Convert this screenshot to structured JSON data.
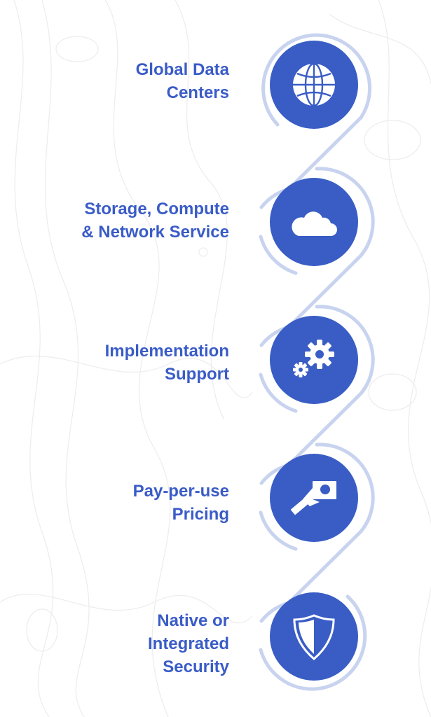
{
  "colors": {
    "accent": "#395dc5",
    "text": "#3a5cc7",
    "path": "#c8d3ef",
    "background": "#ffffff",
    "contour": "#eeeeee"
  },
  "steps": [
    {
      "label": "Global Data\nCenters",
      "icon": "globe-icon"
    },
    {
      "label": "Storage, Compute\n& Network Service",
      "icon": "cloud-icon"
    },
    {
      "label": "Implementation\nSupport",
      "icon": "gears-icon"
    },
    {
      "label": "Pay-per-use\nPricing",
      "icon": "hand-card-icon"
    },
    {
      "label": "Native or\nIntegrated\nSecurity",
      "icon": "shield-icon"
    }
  ]
}
